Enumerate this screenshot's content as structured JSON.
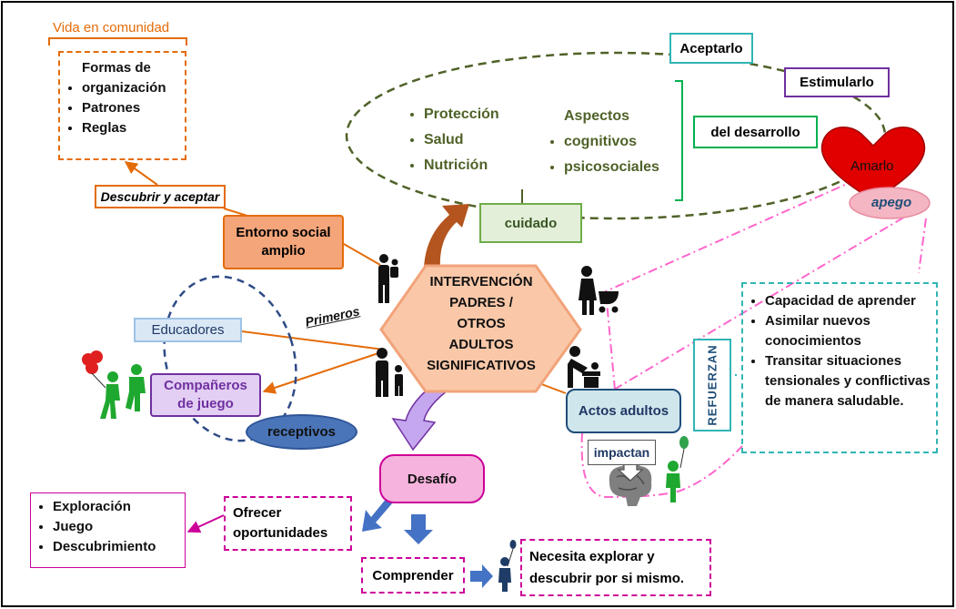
{
  "title_vida": "Vida en comunidad",
  "comunidad_items": [
    "Formas de organización",
    "Patrones",
    "Reglas"
  ],
  "descubrir": "Descubrir y aceptar",
  "entorno": "Entorno social amplio",
  "cuidado_left": [
    "Protección",
    "Salud",
    "Nutrición"
  ],
  "cuidado_right": [
    "Aspectos cognitivos",
    "psicosociales"
  ],
  "cuidado": "cuidado",
  "aceptarlo": "Aceptarlo",
  "estimularlo": "Estimularlo",
  "desarrollo": "del desarrollo",
  "amarlo": "Amarlo",
  "apego": "apego",
  "center": [
    "INTERVENCIÓN",
    "PADRES /",
    "OTROS",
    "ADULTOS",
    "SIGNIFICATIVOS"
  ],
  "primeros": "Primeros",
  "educadores": "Educadores",
  "companeros": "Compañeros de juego",
  "receptivos": "receptivos",
  "capacidad_items": [
    "Capacidad de aprender",
    "Asimilar nuevos conocimientos",
    "Transitar situaciones tensionales y conflictivas de manera saludable."
  ],
  "refuerzan": "REFUERZAN",
  "actos": "Actos adultos",
  "impactan": "impactan",
  "desafio": "Desafío",
  "ofrecer": "Ofrecer oportunidades",
  "exploracion_items": [
    "Exploración",
    "Juego",
    "Descubrimiento"
  ],
  "comprender": "Comprender",
  "necesita": "Necesita explorar y descubrir por si mismo.",
  "colors": {
    "orange": "#e46c0a",
    "orange_fill": "#f4a57a",
    "hex_fill": "#fac8a8",
    "green_dark": "#4f6228",
    "green_fill": "#e3efd9",
    "teal": "#31b5b5",
    "purple": "#7030a0",
    "navy": "#1f4e79",
    "magenta": "#cc0099",
    "pink": "#ff66cc",
    "blue_arrow": "#4472c4",
    "brown_arrow": "#b4541e",
    "lavender": "#c5a7f0",
    "red_heart": "#e00000"
  }
}
